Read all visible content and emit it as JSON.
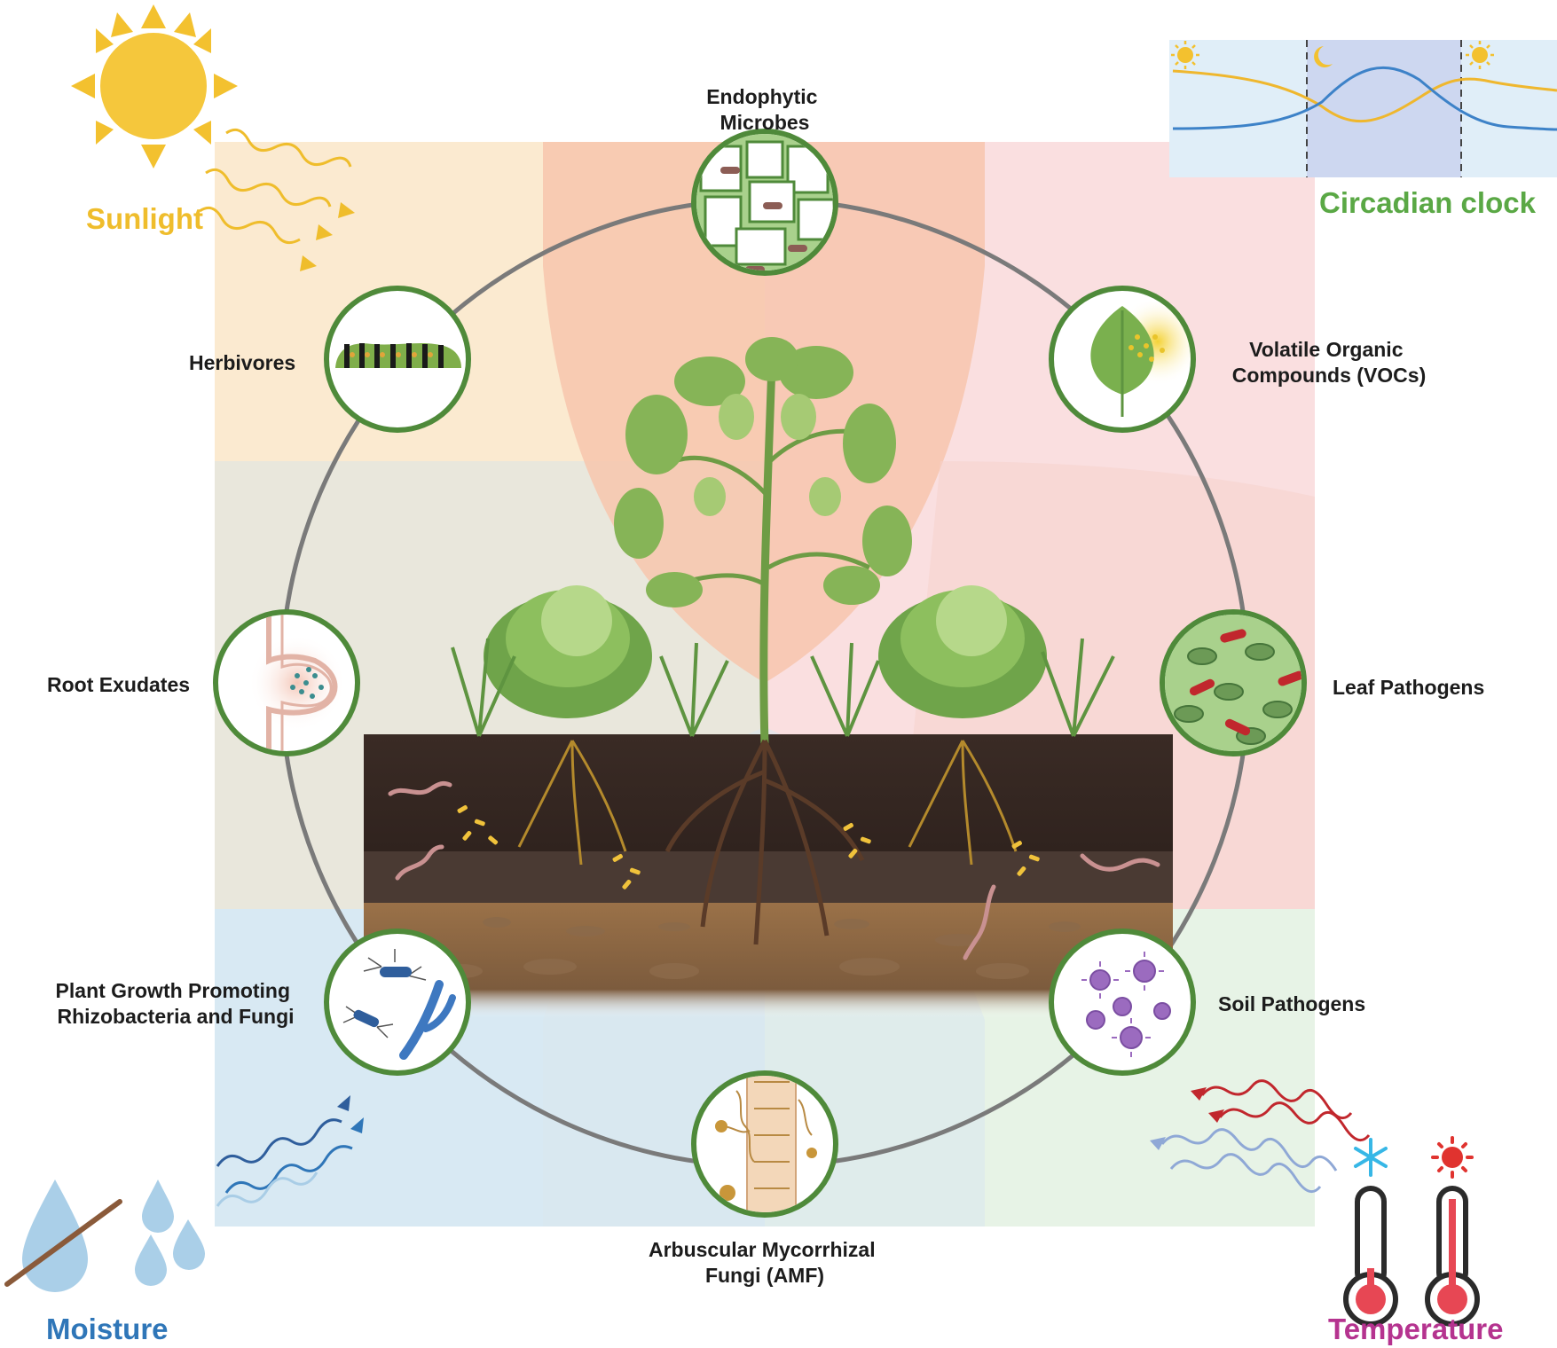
{
  "factors": {
    "sunlight": "Sunlight",
    "circadian": "Circadian clock",
    "moisture": "Moisture",
    "temperature": "Temperature"
  },
  "nodes": {
    "endophytic": [
      "Endophytic",
      "Microbes"
    ],
    "vocs": [
      "Volatile Organic",
      "Compounds (VOCs)"
    ],
    "leaf_pathogens": [
      "Leaf Pathogens"
    ],
    "soil_pathogens": [
      "Soil Pathogens"
    ],
    "amf": [
      "Arbuscular Mycorrhizal",
      "Fungi (AMF)"
    ],
    "pgpr": [
      "Plant Growth Promoting",
      "Rhizobacteria and Fungi"
    ],
    "root_exudates": [
      "Root Exudates"
    ],
    "herbivores": [
      "Herbivores"
    ]
  },
  "colors": {
    "sunlight": "#efbd2c",
    "circadian": "#5aa845",
    "moisture": "#2f76b8",
    "temperature": "#b5338f",
    "node_ring": "#4f8a3a",
    "main_ring": "#7a7a7a"
  }
}
